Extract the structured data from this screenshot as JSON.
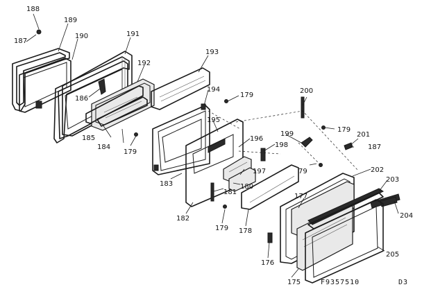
{
  "diagram": {
    "figure_code": "F9357510",
    "page_code": "D3",
    "callouts": {
      "c188": "188",
      "c187a": "187",
      "c189": "189",
      "c190": "190",
      "c191": "191",
      "c192": "192",
      "c193": "193",
      "c186": "186",
      "c185": "185",
      "c184": "184",
      "c179a": "179",
      "c194": "194",
      "c179b": "179",
      "c195": "195",
      "c196": "196",
      "c183": "183",
      "c198": "198",
      "c197": "197",
      "c180": "180",
      "c181": "181",
      "c182": "182",
      "c179c": "179",
      "c178": "178",
      "c200": "200",
      "c199": "199",
      "c179d": "179",
      "c201": "201",
      "c187b": "187",
      "c79": "79",
      "c202": "202",
      "c203": "203",
      "c177": "177",
      "c204": "204",
      "c176": "176",
      "c175": "175",
      "c205": "205"
    }
  }
}
